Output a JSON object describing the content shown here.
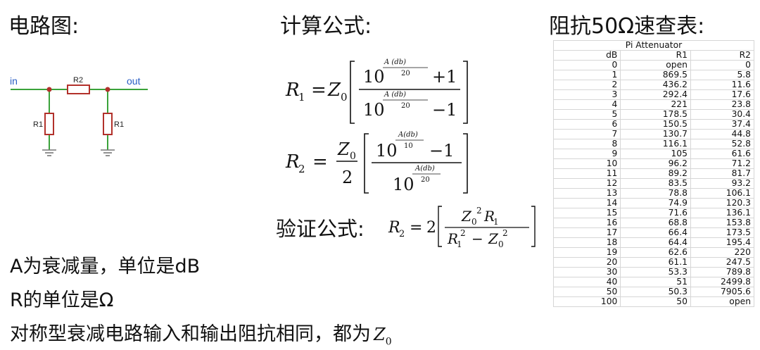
{
  "headings": {
    "circuit": "电路图:",
    "formula": "计算公式:",
    "table": "阻抗50Ω速查表:"
  },
  "circuit": {
    "in_label": "in",
    "out_label": "out",
    "r2_label": "R2",
    "r1_left_label": "R1",
    "r1_right_label": "R1",
    "colors": {
      "wire": "#3aa33a",
      "resistor": "#b2312b",
      "node": "#b2312b",
      "ground": "#777777"
    }
  },
  "formulas": {
    "r1": {
      "lhs": "R",
      "lhs_sub": "1",
      "eq": "=",
      "z": "Z",
      "z_sub": "0",
      "num_base": "10",
      "exp_top": "A (db)",
      "exp_bottom": "20",
      "num_op": "+1",
      "den_base": "10",
      "den_exp_top": "A (db)",
      "den_exp_bottom": "20",
      "den_op": "−1"
    },
    "r2": {
      "lhs": "R",
      "lhs_sub": "2",
      "eq": "=",
      "z": "Z",
      "z_sub": "0",
      "two": "2",
      "num_base": "10",
      "exp_top": "A(db)",
      "exp_bottom": "10",
      "num_op": "−1",
      "den_base": "10",
      "den_exp_top": "A(db)",
      "den_exp_bottom": "20"
    },
    "verify_label": "验证公式:",
    "verify": {
      "lhs": "R",
      "lhs_sub": "2",
      "eq": "=",
      "coef": "2",
      "num_z": "Z",
      "num_z_sub": "0",
      "num_z_sup": "2",
      "num_r": "R",
      "num_r_sub": "1",
      "den_r": "R",
      "den_r_sub": "1",
      "den_r_sup": "2",
      "den_op": "−",
      "den_z": "Z",
      "den_z_sub": "0",
      "den_z_sup": "2"
    }
  },
  "notes": {
    "line1": "A为衰减量，单位是dB",
    "line2": "R的单位是Ω",
    "line3": "对称型衰减电路输入和输出阻抗相同，都为",
    "line3_z": "Z",
    "line3_z_sub": "0"
  },
  "table": {
    "title": "Pi Attenuator",
    "headers": [
      "dB",
      "R1",
      "R2"
    ],
    "rows": [
      [
        "0",
        "open",
        "0"
      ],
      [
        "1",
        "869.5",
        "5.8"
      ],
      [
        "2",
        "436.2",
        "11.6"
      ],
      [
        "3",
        "292.4",
        "17.6"
      ],
      [
        "4",
        "221",
        "23.8"
      ],
      [
        "5",
        "178.5",
        "30.4"
      ],
      [
        "6",
        "150.5",
        "37.4"
      ],
      [
        "7",
        "130.7",
        "44.8"
      ],
      [
        "8",
        "116.1",
        "52.8"
      ],
      [
        "9",
        "105",
        "61.6"
      ],
      [
        "10",
        "96.2",
        "71.2"
      ],
      [
        "11",
        "89.2",
        "81.7"
      ],
      [
        "12",
        "83.5",
        "93.2"
      ],
      [
        "13",
        "78.8",
        "106.1"
      ],
      [
        "14",
        "74.9",
        "120.3"
      ],
      [
        "15",
        "71.6",
        "136.1"
      ],
      [
        "16",
        "68.8",
        "153.8"
      ],
      [
        "17",
        "66.4",
        "173.5"
      ],
      [
        "18",
        "64.4",
        "195.4"
      ],
      [
        "19",
        "62.6",
        "220"
      ],
      [
        "20",
        "61.1",
        "247.5"
      ],
      [
        "30",
        "53.3",
        "789.8"
      ],
      [
        "40",
        "51",
        "2499.8"
      ],
      [
        "50",
        "50.3",
        "7905.6"
      ],
      [
        "100",
        "50",
        "open"
      ]
    ]
  }
}
